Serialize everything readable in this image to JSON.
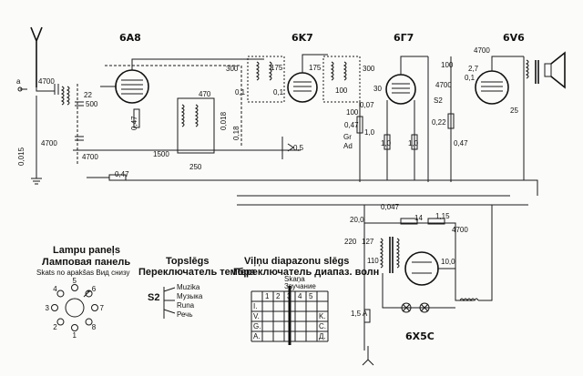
{
  "tubes": {
    "t1": "6A8",
    "t2": "6K7",
    "t3": "6Г7",
    "t4": "6V6",
    "rect": "6X5C"
  },
  "components": {
    "c_4700_in": "4700",
    "c_22": "22",
    "c_500": "500",
    "c_4700_low": "4700",
    "c_4700_mid": "4700",
    "r_0015": "0,015",
    "r_047_left": "0,47",
    "r_047_mid": "0,47",
    "c_300": "300",
    "c_470": "470",
    "c_250": "250",
    "r_0018": "0,018",
    "r_018": "0,18",
    "c_1500": "1500",
    "c_175a": "175",
    "c_175b": "175",
    "r_01a": "0,1",
    "r_01b": "0,1",
    "c_05": "0,5",
    "c_300b": "300",
    "c_100": "100",
    "c_100b": "100",
    "r_007": "0,07",
    "r_047_right": "0,47",
    "r_10a": "1,0",
    "r_10b": "1,0",
    "r_10c": "1,0",
    "gr": "Gr",
    "ad": "Ad",
    "c_30": "30",
    "c_4700_top": "4700",
    "c_100_top": "100",
    "r_01_top": "0,1",
    "r_27": "2,7",
    "c_4700_r": "4700",
    "r_022": "0,22",
    "r_047_far": "0,47",
    "s2": "S2",
    "c_25": "25",
    "r_20": "20,0",
    "r_0047": "0,047",
    "r_14": "14",
    "r_115": "1,15",
    "c_4700_ps": "4700",
    "c_220": "220",
    "c_127": "127",
    "c_110": "110",
    "r_10ps": "10,0",
    "r_15a": "1,5 A"
  },
  "legend_socket": {
    "title1": "Lampu paneļs",
    "title2": "Ламповая панель",
    "title3": "Skats no apakšas   Вид снизу",
    "pins": [
      "1",
      "2",
      "3",
      "4",
      "5",
      "6",
      "7",
      "8"
    ]
  },
  "legend_tone": {
    "title1": "Topslēgs",
    "title2": "Переключатель тембра",
    "s": "S2",
    "opts": [
      "Muzika",
      "Музыка",
      "Runa",
      "Речь"
    ]
  },
  "legend_band": {
    "title1": "Viļņu diapazonu slēgs",
    "title2": "Переключатель диапаз. волн",
    "hdr": [
      "Skaņa",
      "Звучание"
    ],
    "cols": [
      "1",
      "2",
      "3",
      "4",
      "5"
    ],
    "rows": [
      "I.",
      "V.",
      "G.",
      "A."
    ],
    "right": [
      "K.",
      "C.",
      "Д."
    ]
  }
}
